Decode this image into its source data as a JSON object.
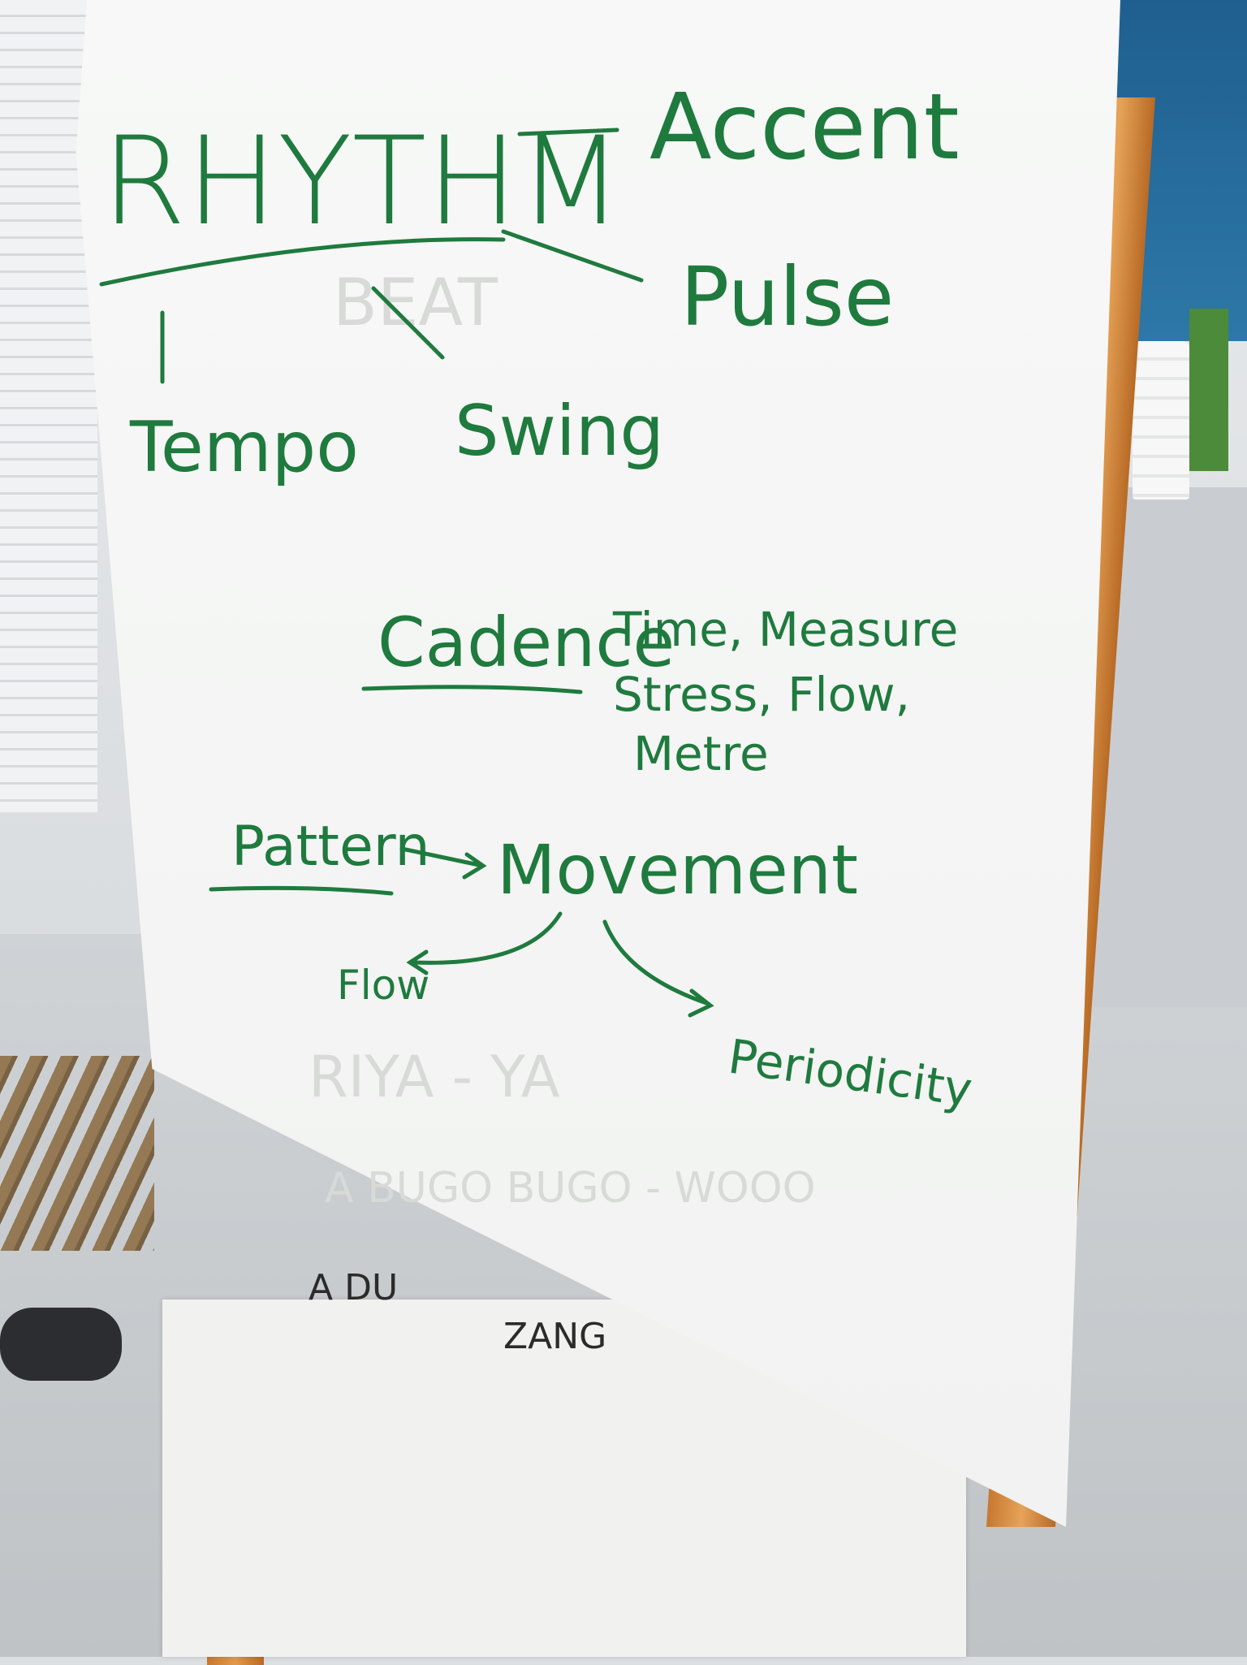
{
  "flipchart": {
    "title": "RHYTHM",
    "top_right_word": "Accent",
    "pulse": "Pulse",
    "tempo": "Tempo",
    "swing": "Swing",
    "cadence": "Cadence",
    "cadence_line1": "Time, Measure",
    "cadence_line2": "Stress, Flow,",
    "cadence_line3": "Metre",
    "pattern": "Pattern",
    "movement": "Movement",
    "flow": "Flow",
    "periodicity": "Periodicity"
  },
  "ghost_text": {
    "line1": "BEAT",
    "line2": "RIYA - YA",
    "line3": "A BUGO BUGO - WOOO",
    "line4": "A DU",
    "line5": "ZANG"
  },
  "colors": {
    "marker_green": "#1f7a3e",
    "paper": "#f7f8f7",
    "easel_wood": "#d98b3c"
  }
}
